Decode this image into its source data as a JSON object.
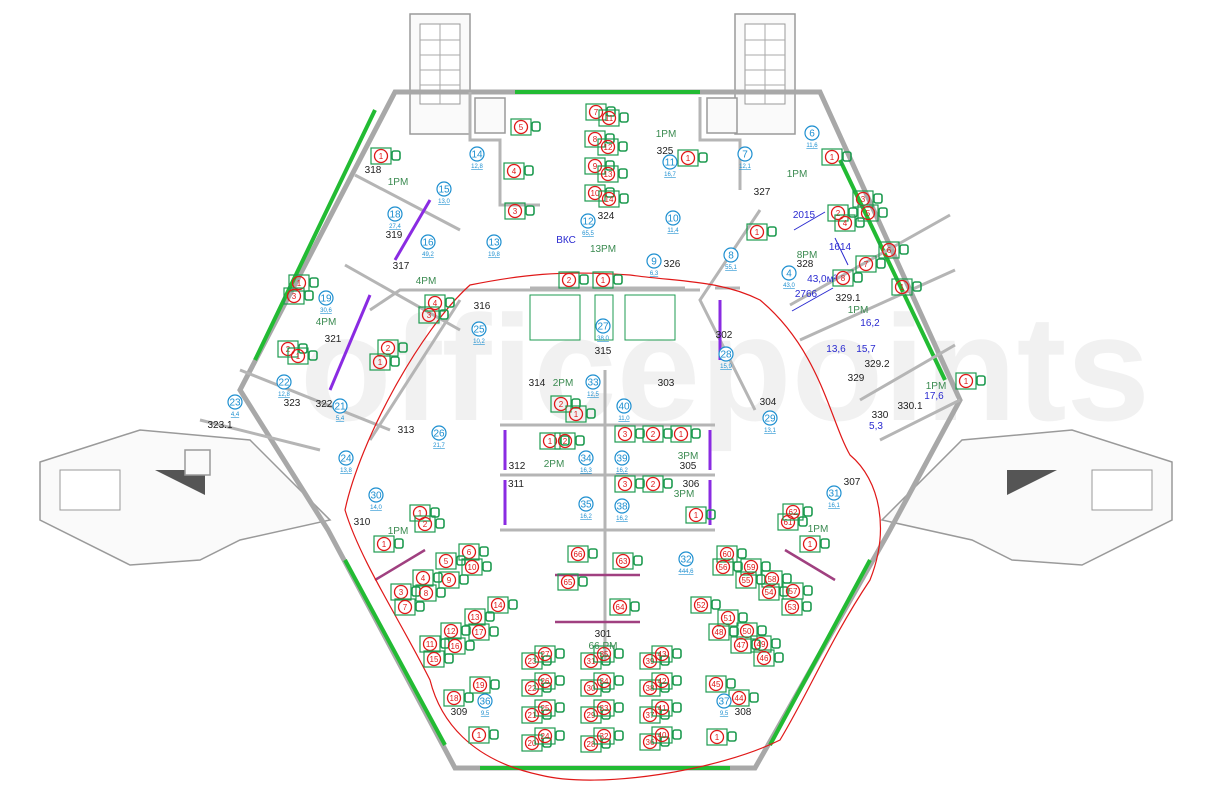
{
  "watermark": "officepoints",
  "colors": {
    "seat": "#e01818",
    "badge": "#1d8fd0",
    "furniture": "#1e9b50",
    "wall": "#a8a8a8",
    "window": "#22bb33",
    "boundary": "#e01818",
    "measure": "#2a2ad0"
  },
  "badges": [
    {
      "n": "14",
      "area": "12,8"
    },
    {
      "n": "15",
      "area": "13,0"
    },
    {
      "n": "18",
      "area": "27,4"
    },
    {
      "n": "16",
      "area": "49,2"
    },
    {
      "n": "13",
      "area": "19,8"
    },
    {
      "n": "12",
      "area": "65,5"
    },
    {
      "n": "11",
      "area": "16,7"
    },
    {
      "n": "7",
      "area": "12,1"
    },
    {
      "n": "6",
      "area": "11,6"
    },
    {
      "n": "10",
      "area": "11,4"
    },
    {
      "n": "9",
      "area": "6,3"
    },
    {
      "n": "8",
      "area": "55,1"
    },
    {
      "n": "4",
      "area": "43,0"
    },
    {
      "n": "19",
      "area": "30,6"
    },
    {
      "n": "25",
      "area": "10,2"
    },
    {
      "n": "27",
      "area": "38,0"
    },
    {
      "n": "28",
      "area": "15,9"
    },
    {
      "n": "29",
      "area": "13,1"
    },
    {
      "n": "22",
      "area": "12,8"
    },
    {
      "n": "23",
      "area": "4,4"
    },
    {
      "n": "21",
      "area": "5,4"
    },
    {
      "n": "24",
      "area": "13,8"
    },
    {
      "n": "26",
      "area": "21,7"
    },
    {
      "n": "33",
      "area": "12,5"
    },
    {
      "n": "40",
      "area": "11,0"
    },
    {
      "n": "34",
      "area": "16,3"
    },
    {
      "n": "39",
      "area": "16,2"
    },
    {
      "n": "35",
      "area": "16,2"
    },
    {
      "n": "38",
      "area": "16,2"
    },
    {
      "n": "30",
      "area": "14,0"
    },
    {
      "n": "31",
      "area": "16,1"
    },
    {
      "n": "32",
      "area": "444,6"
    },
    {
      "n": "36",
      "area": "9,5"
    },
    {
      "n": "37",
      "area": "9,5"
    }
  ],
  "rooms": [
    "318",
    "319",
    "317",
    "321",
    "316",
    "315",
    "324",
    "325",
    "326",
    "327",
    "328",
    "329.1",
    "329.2",
    "329",
    "330",
    "330.1",
    "302",
    "304",
    "314",
    "303",
    "313",
    "323",
    "322",
    "323.1",
    "312",
    "305",
    "311",
    "306",
    "310",
    "307",
    "309",
    "308",
    "301"
  ],
  "workplaces": [
    "1PM",
    "4PM",
    "4PM",
    "13PM",
    "1PM",
    "1PM",
    "8PM",
    "1PM",
    "1PM",
    "2PM",
    "2PM",
    "3PM",
    "3PM",
    "1PM",
    "1PM",
    "66 PM"
  ],
  "measurements": [
    "43,0м²",
    "16,2",
    "13,6",
    "15,7",
    "17,6",
    "5,3",
    "2015",
    "1614",
    "2766"
  ],
  "annotations": [
    "ВКС"
  ],
  "seats": [
    "6",
    "5",
    "10",
    "4",
    "9",
    "3",
    "8",
    "7",
    "14",
    "13",
    "12",
    "17",
    "11",
    "16",
    "15",
    "19",
    "18",
    "1",
    "1",
    "2",
    "1",
    "66",
    "65",
    "63",
    "64",
    "23",
    "27",
    "22",
    "26",
    "21",
    "25",
    "20",
    "24",
    "31",
    "35",
    "30",
    "34",
    "29",
    "33",
    "28",
    "32",
    "39",
    "43",
    "38",
    "42",
    "37",
    "41",
    "36",
    "40",
    "60",
    "56",
    "59",
    "55",
    "58",
    "54",
    "57",
    "53",
    "52",
    "51",
    "48",
    "50",
    "47",
    "49",
    "46",
    "45",
    "44",
    "1",
    "1",
    "61",
    "62",
    "7",
    "11",
    "8",
    "12",
    "9",
    "13",
    "10",
    "14",
    "5",
    "4",
    "3",
    "2",
    "1",
    "1",
    "1",
    "4",
    "3",
    "1",
    "3",
    "2",
    "5",
    "4",
    "6",
    "7",
    "8",
    "1",
    "1",
    "1",
    "1",
    "3",
    "2",
    "1",
    "2",
    "1",
    "2",
    "1",
    "1",
    "2",
    "3",
    "2",
    "1",
    "3",
    "2",
    "1"
  ]
}
